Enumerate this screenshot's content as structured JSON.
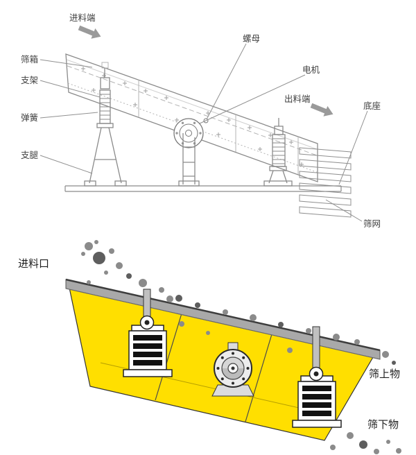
{
  "top_diagram": {
    "labels": {
      "feed_end": "进料端",
      "screen_box": "筛箱",
      "support": "支架",
      "spring": "弹簧",
      "support_leg": "支腿",
      "nut": "螺母",
      "motor": "电机",
      "discharge_end": "出料端",
      "base": "底座",
      "screen_mesh": "筛网"
    },
    "colors": {
      "line": "#8a8a8a",
      "arrow": "#9a9a9a",
      "text": "#3f3f3f"
    }
  },
  "bottom_diagram": {
    "labels": {
      "feed_inlet": "进料口",
      "oversize": "筛上物",
      "undersize": "筛下物"
    },
    "colors": {
      "body": "#ffdf00",
      "deck": "#a9a9a9",
      "particle": "#8b8b8b",
      "outline": "#2f2f2f"
    }
  }
}
